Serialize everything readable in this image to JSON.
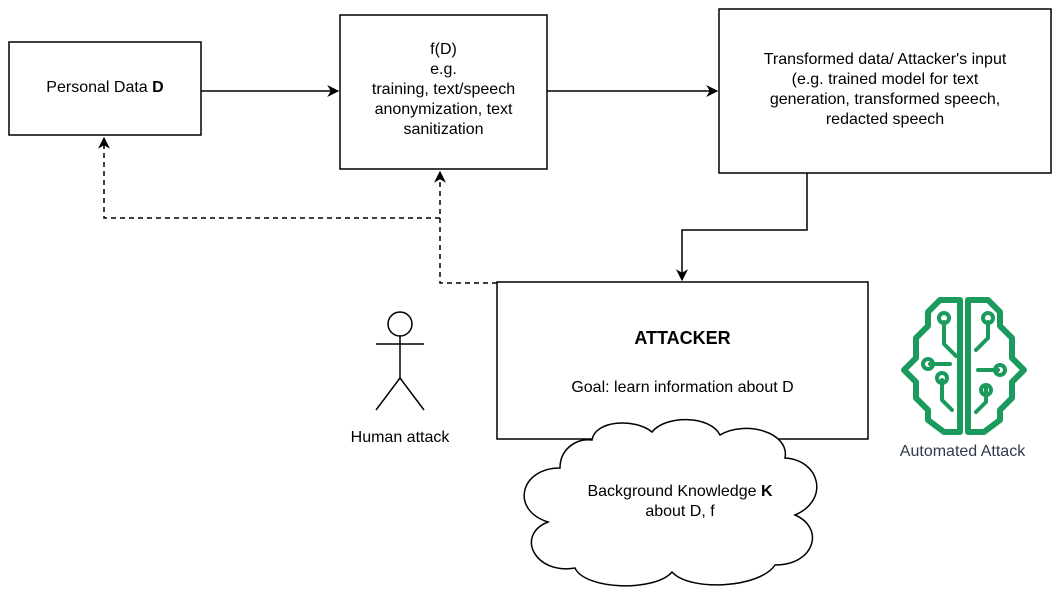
{
  "boxes": {
    "personal_data": {
      "text": "Personal Data ",
      "bold_suffix": "D"
    },
    "function": {
      "lines": [
        "f(D)",
        "e.g.",
        "training, text/speech",
        "anonymization, text",
        "sanitization"
      ]
    },
    "transformed": {
      "lines": [
        "Transformed data/ Attacker's input",
        "(e.g. trained model for text",
        "generation, transformed speech,",
        "redacted speech"
      ]
    },
    "attacker": {
      "title": "ATTACKER",
      "goal": "Goal: learn information about D"
    },
    "background": {
      "line1": "Background Knowledge ",
      "line1_bold": "K",
      "line2": "about D, f"
    }
  },
  "actors": {
    "human": {
      "label": "Human attack"
    },
    "automated": {
      "label": "Automated Attack",
      "icon": "brain-circuit-icon",
      "color": "#1a9a5c"
    }
  },
  "colors": {
    "stroke": "#000000",
    "label_dark": "#2e3a4d"
  }
}
